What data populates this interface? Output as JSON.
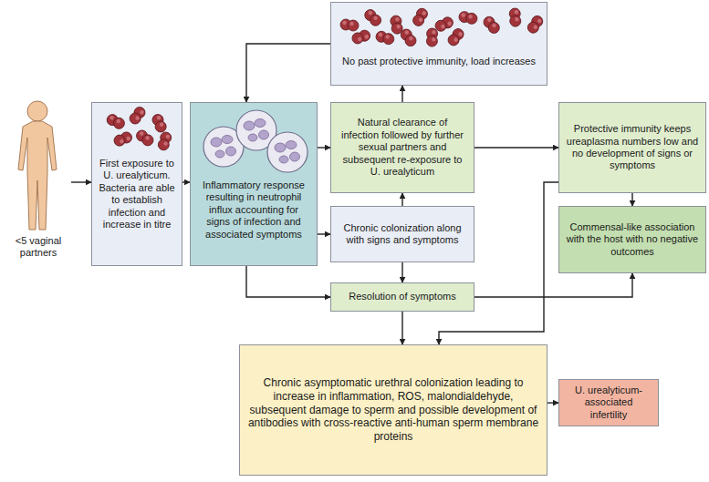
{
  "diagram": {
    "nodes": [
      {
        "text": [
          "<5 vaginal partners"
        ]
      },
      {
        "text": [
          "First exposure to U. urealyticum. Bacteria are able to establish infection and increase in titre"
        ]
      },
      {
        "text": [
          "Inflammatory response resulting in neutrophil influx accounting for signs of infection and associated symptoms"
        ]
      },
      {
        "text": [
          "No past protective immunity, load increases"
        ]
      },
      {
        "text": [
          "Natural clearance of infection followed by further sexual partners and subsequent re-exposure to U. urealyticum"
        ]
      },
      {
        "text": [
          "Protective immunity keeps ureaplasma numbers low and no development of signs or symptoms"
        ]
      },
      {
        "text": [
          "Chronic colonization along with signs and symptoms"
        ]
      },
      {
        "text": [
          "Commensal-like association with the host with no negative outcomes"
        ]
      },
      {
        "text": [
          "Resolution of symptoms"
        ]
      },
      {
        "text": [
          "Chronic asymptomatic urethral colonization leading to increase in inflammation, ROS, malondialdehyde, subsequent damage to sperm and possible development of antibodies with cross-reactive anti-human sperm membrane proteins"
        ]
      },
      {
        "text": [
          "U. urealyticum-associated infertility"
        ]
      }
    ],
    "edges": [
      {
        "from": 0,
        "to": 1,
        "arrow": "to"
      },
      {
        "from": 1,
        "to": 2,
        "arrow": "to"
      },
      {
        "from": 3,
        "to": 2,
        "arrow": "to"
      },
      {
        "from": 2,
        "to": 4,
        "arrow": "to"
      },
      {
        "from": 4,
        "to": 3,
        "arrow": "to"
      },
      {
        "from": 4,
        "to": 5,
        "arrow": "to"
      },
      {
        "from": 2,
        "to": 6,
        "arrow": "to"
      },
      {
        "from": 6,
        "to": 4,
        "arrow": "to"
      },
      {
        "from": 5,
        "to": 7,
        "arrow": "to"
      },
      {
        "from": 2,
        "to": 8,
        "arrow": "to"
      },
      {
        "from": 6,
        "to": 8,
        "arrow": "to"
      },
      {
        "from": 8,
        "to": 7,
        "arrow": "to"
      },
      {
        "from": 8,
        "to": 9,
        "arrow": "to"
      },
      {
        "from": 5,
        "to": 9,
        "arrow": "to"
      },
      {
        "from": 9,
        "to": 10,
        "arrow": "to"
      }
    ]
  }
}
